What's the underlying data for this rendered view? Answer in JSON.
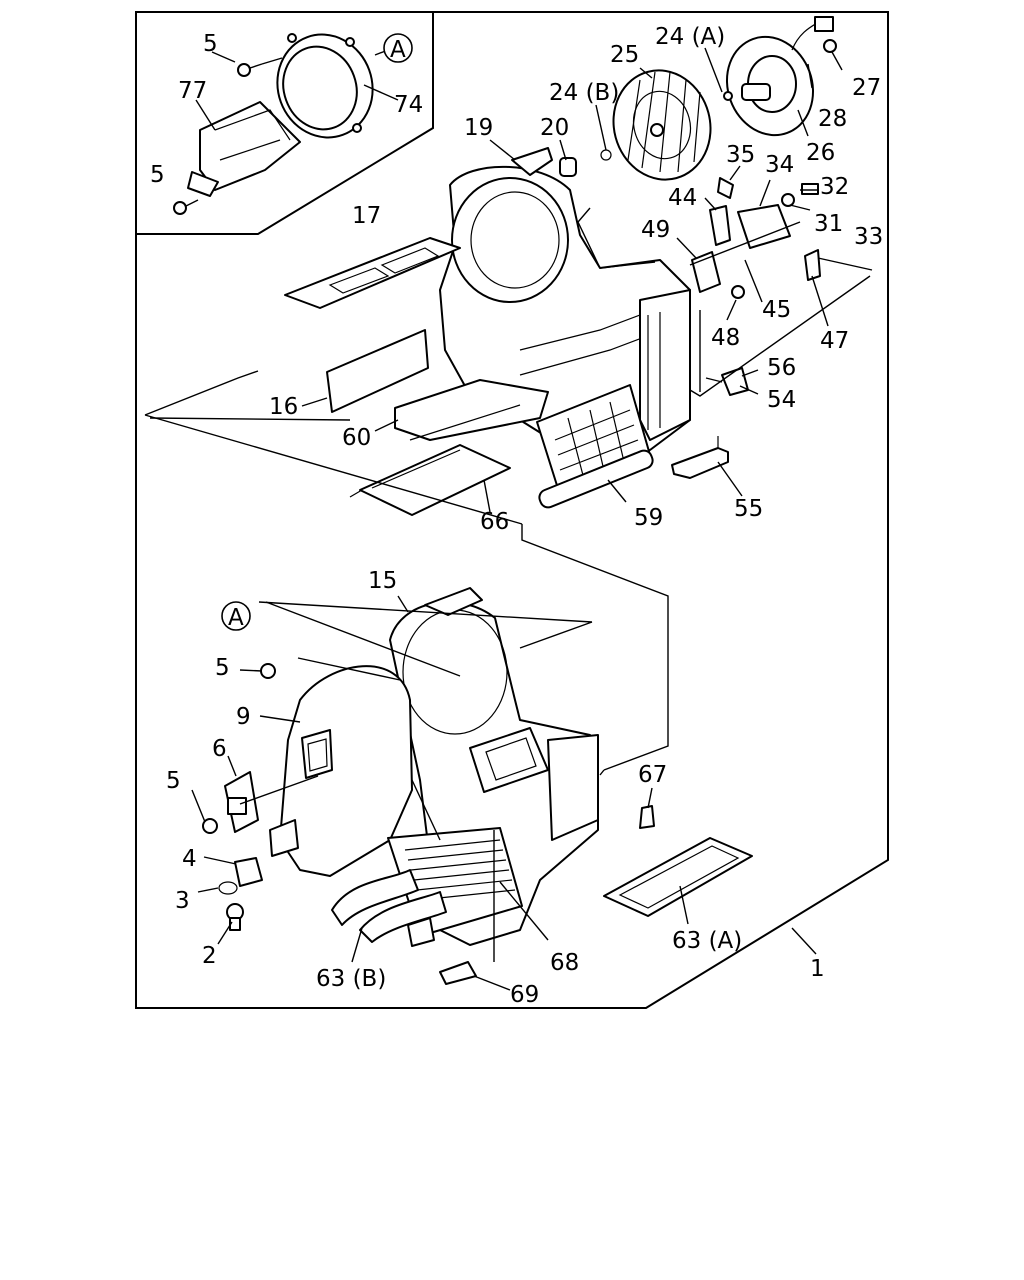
{
  "diagram": {
    "labels": {
      "l1": "1",
      "l2": "2",
      "l3": "3",
      "l4": "4",
      "l5a": "5",
      "l5b": "5",
      "l5c": "5",
      "l5d": "5",
      "l6": "6",
      "l9": "9",
      "l15": "15",
      "l16": "16",
      "l17": "17",
      "l19": "19",
      "l20": "20",
      "l24a": "24 (A)",
      "l24b": "24 (B)",
      "l25": "25",
      "l26": "26",
      "l27": "27",
      "l28": "28",
      "l31": "31",
      "l32": "32",
      "l33": "33",
      "l34": "34",
      "l35": "35",
      "l44": "44",
      "l45": "45",
      "l47": "47",
      "l48": "48",
      "l49": "49",
      "l54": "54",
      "l55": "55",
      "l56": "56",
      "l59": "59",
      "l60": "60",
      "l63a": "63 (A)",
      "l63b": "63 (B)",
      "l66": "66",
      "l67": "67",
      "l68": "68",
      "l69": "69",
      "l74": "74",
      "l77": "77",
      "callout_a1": "A",
      "callout_a2": "A"
    }
  }
}
